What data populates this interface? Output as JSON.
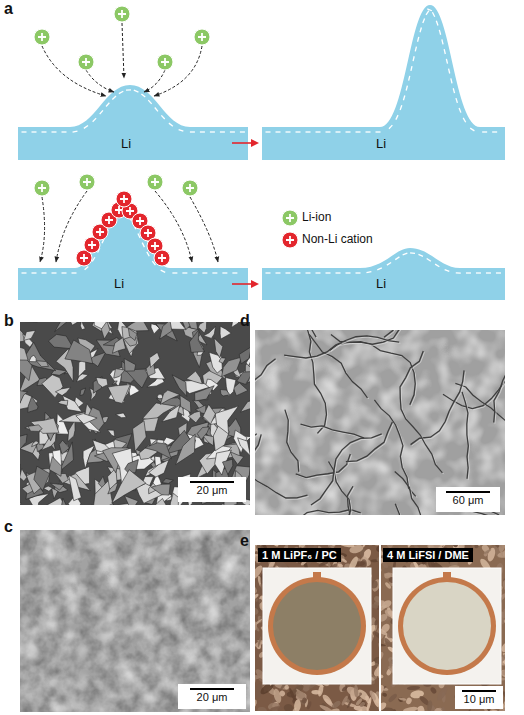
{
  "diagram": {
    "labels": [
      "a",
      "Li",
      "Li",
      "Li",
      "Li",
      "b",
      "20 μm",
      "d",
      "60 μm",
      "c",
      "20 μm",
      "e",
      "1 M LiPF₆ / PC",
      "4 M LiFSI / DME",
      "10 μm"
    ],
    "legend": [
      {
        "text": "Li-ion",
        "color": "#8cc865"
      },
      {
        "text": "Non-Li cation",
        "color": "#e3262d"
      }
    ]
  }
}
